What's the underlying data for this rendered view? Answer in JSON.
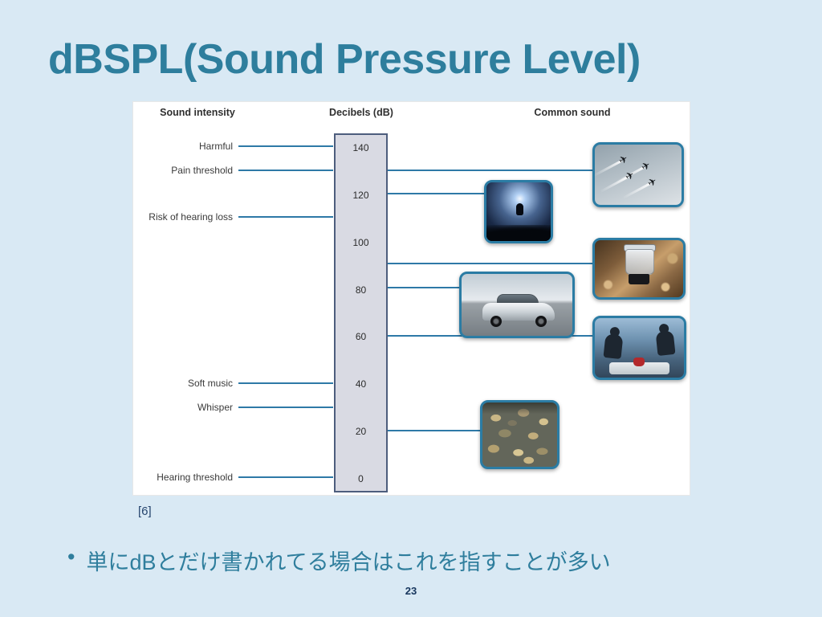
{
  "slide": {
    "title": "dBSPL(Sound Pressure Level)",
    "citation": "[6]",
    "bullet_marker": "•",
    "bullet_text": "単にdBとだけ書かれてる場合はこれを指すことが多い",
    "page_number": "23"
  },
  "diagram": {
    "column_headers": [
      "Sound intensity",
      "Decibels (dB)",
      "Common sound"
    ],
    "scale_ticks": [
      "140",
      "120",
      "100",
      "80",
      "60",
      "40",
      "20",
      "0"
    ],
    "intensity_labels": [
      {
        "label": "Harmful",
        "db": 140
      },
      {
        "label": "Pain threshold",
        "db": 130
      },
      {
        "label": "Risk of hearing loss",
        "db": 110
      },
      {
        "label": "Soft music",
        "db": 40
      },
      {
        "label": "Whisper",
        "db": 30
      },
      {
        "label": "Hearing threshold",
        "db": 0
      }
    ],
    "common_sounds": [
      {
        "name": "fighter jets flyover",
        "db": 130
      },
      {
        "name": "rock concert",
        "db": 120
      },
      {
        "name": "food blender",
        "db": 90
      },
      {
        "name": "passenger car",
        "db": 80
      },
      {
        "name": "restaurant conversation",
        "db": 60
      },
      {
        "name": "rustling leaves",
        "db": 20
      }
    ],
    "colors": {
      "accent_teal": "#2e7e9d",
      "connector_blue": "#2e79a7",
      "scale_fill": "#d9dae3",
      "scale_border": "#4d5d7d",
      "slide_background": "#d9e9f4"
    }
  },
  "icons": {
    "jet": "✈"
  }
}
